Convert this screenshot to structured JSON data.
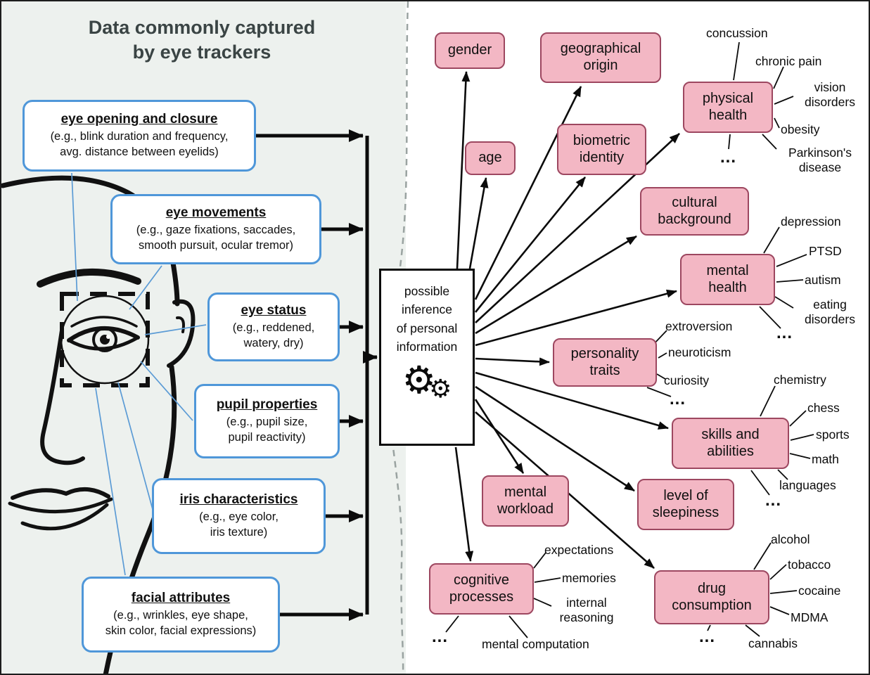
{
  "title": "Data commonly captured\nby eye trackers",
  "captured": [
    {
      "title": "eye opening and closure",
      "desc": "(e.g., blink duration and frequency,\navg. distance between eyelids)"
    },
    {
      "title": "eye movements",
      "desc": "(e.g., gaze fixations, saccades,\nsmooth pursuit, ocular tremor)"
    },
    {
      "title": "eye status",
      "desc": "(e.g., reddened,\nwatery, dry)"
    },
    {
      "title": "pupil properties",
      "desc": "(e.g., pupil size,\npupil reactivity)"
    },
    {
      "title": "iris characteristics",
      "desc": "(e.g., eye color,\niris texture)"
    },
    {
      "title": "facial attributes",
      "desc": "(e.g., wrinkles, eye shape,\nskin color, facial expressions)"
    }
  ],
  "center": {
    "text": "possible\ninference\nof personal\ninformation"
  },
  "icons": {
    "gear_large": "⚙",
    "gear_small": "⚙"
  },
  "inferences": [
    {
      "label": "gender",
      "sub": []
    },
    {
      "label": "geographical origin",
      "sub": []
    },
    {
      "label": "age",
      "sub": []
    },
    {
      "label": "biometric identity",
      "sub": []
    },
    {
      "label": "physical health",
      "sub": [
        "concussion",
        "chronic pain",
        "vision disorders",
        "obesity",
        "Parkinson's disease",
        "..."
      ]
    },
    {
      "label": "cultural background",
      "sub": []
    },
    {
      "label": "mental health",
      "sub": [
        "depression",
        "PTSD",
        "autism",
        "eating disorders",
        "..."
      ]
    },
    {
      "label": "personality traits",
      "sub": [
        "extroversion",
        "neuroticism",
        "curiosity",
        "..."
      ]
    },
    {
      "label": "skills and abilities",
      "sub": [
        "chemistry",
        "chess",
        "sports",
        "math",
        "languages",
        "..."
      ]
    },
    {
      "label": "mental workload",
      "sub": []
    },
    {
      "label": "level of sleepiness",
      "sub": []
    },
    {
      "label": "cognitive processes",
      "sub": [
        "expectations",
        "memories",
        "internal reasoning",
        "mental computation",
        "..."
      ]
    },
    {
      "label": "drug consumption",
      "sub": [
        "alcohol",
        "tobacco",
        "cocaine",
        "MDMA",
        "cannabis",
        "..."
      ]
    }
  ],
  "colors": {
    "blue-border": "#4f97d9",
    "pink-fill": "#f3b7c4",
    "pink-border": "#9d4760",
    "left-bg": "#edf1ee",
    "title-color": "#3a4444"
  }
}
